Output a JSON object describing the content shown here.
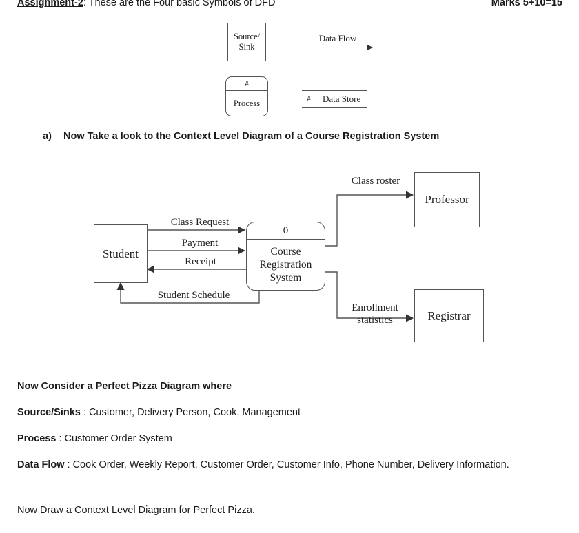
{
  "header": {
    "assignment_label": "Assignment-2",
    "assignment_text": ": These are the Four basic Symbols of DFD",
    "marks": "Marks 5+10=15"
  },
  "legend": {
    "source_sink": {
      "line1": "Source/",
      "line2": "Sink"
    },
    "process": {
      "number": "#",
      "name": "Process"
    },
    "data_flow": {
      "label": "Data Flow"
    },
    "data_store": {
      "number": "#",
      "name": "Data Store"
    }
  },
  "question_a": {
    "marker": "a)",
    "text": "Now Take a look to the Context Level Diagram of a Course Registration System"
  },
  "diagram": {
    "entities": {
      "student": "Student",
      "professor": "Professor",
      "registrar": "Registrar"
    },
    "process": {
      "number": "0",
      "name": "Course Registration System"
    },
    "flows": {
      "class_request": "Class Request",
      "payment": "Payment",
      "receipt": "Receipt",
      "student_schedule": "Student Schedule",
      "class_roster": "Class roster",
      "enrollment_statistics": "Enrollment statistics"
    }
  },
  "prose": {
    "consider": "Now Consider a Perfect Pizza Diagram where",
    "source_sinks_label": "Source/Sinks",
    "source_sinks_value": " : Customer, Delivery Person, Cook, Management",
    "process_label": "Process",
    "process_value": " : Customer Order System",
    "data_flow_label": "Data Flow",
    "data_flow_value": " : Cook Order, Weekly Report, Customer Order, Customer Info, Phone Number, Delivery Information.",
    "draw": "Now Draw a Context Level Diagram for Perfect Pizza."
  },
  "colors": {
    "ink": "#1a1a1a",
    "stroke": "#555555",
    "serif_ink": "#222222",
    "page_bg": "#ffffff"
  }
}
